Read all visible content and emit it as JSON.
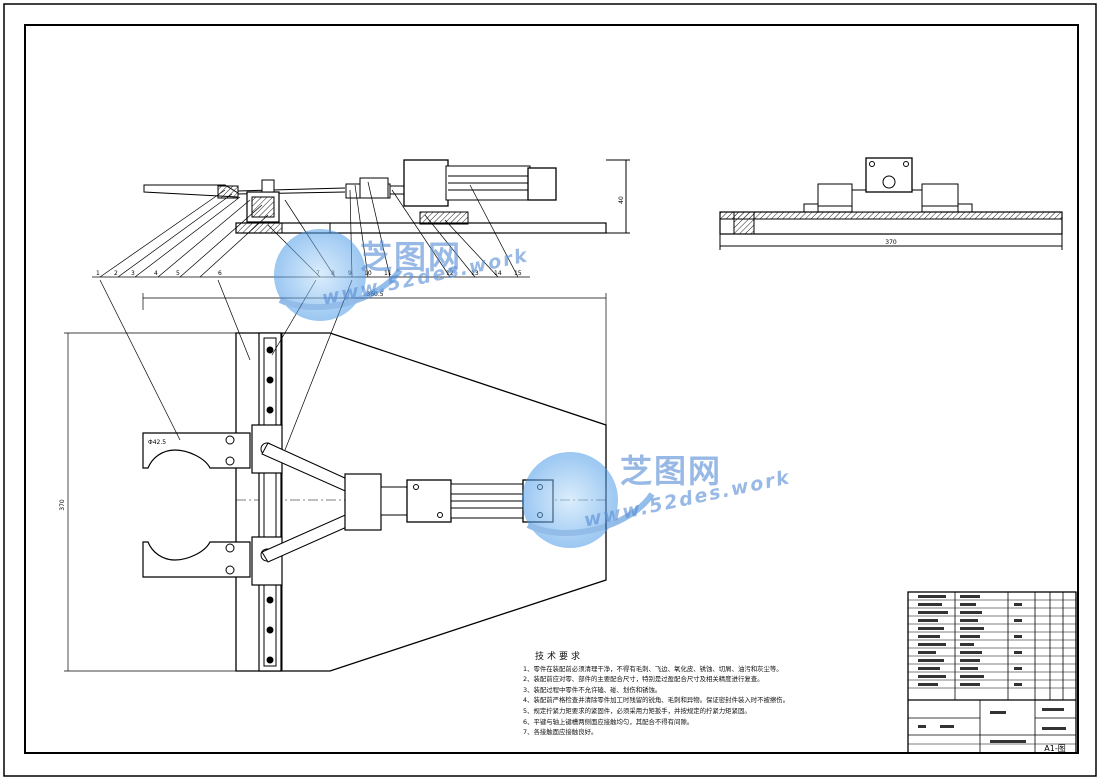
{
  "dimensions": {
    "side_height": "40",
    "side_width": "370",
    "plan_width": "360.5",
    "plan_height": "370",
    "diameter": "Φ42.5"
  },
  "part_labels": [
    "1",
    "2",
    "3",
    "4",
    "5",
    "6",
    "7",
    "8",
    "9",
    "10",
    "11",
    "12",
    "13",
    "14",
    "15"
  ],
  "technical_requirements": {
    "title": "技术要求",
    "items": [
      "1、零件在装配前必须清理干净，不得有毛刺、飞边、氧化皮、锈蚀、切屑、油污和灰尘等。",
      "2、装配前应对零、部件的主要配合尺寸，特别是过盈配合尺寸及相关精度进行复查。",
      "3、装配过程中零件不允许磕、碰、划伤和锈蚀。",
      "4、装配前严格检查并清除零件加工时残留的锐角、毛刺和异物。保证密封件装入时不被擦伤。",
      "5、规定拧紧力矩要求的紧固件，必须采用力矩扳手，并按规定的拧紧力矩紧固。",
      "6、平键与轴上键槽两侧面应接触均匀，其配合不得有间隙。",
      "7、各接触面应接触良好。"
    ]
  },
  "title_block": {
    "scale_mark": "A1-图"
  },
  "watermarks": [
    {
      "cn": "芝图网",
      "url": "www.52des.work"
    },
    {
      "cn": "芝图网",
      "url": "www.52des.work"
    }
  ],
  "colors": {
    "line": "#000000",
    "hatch": "#222222",
    "watermark": "#5a8fd6"
  }
}
